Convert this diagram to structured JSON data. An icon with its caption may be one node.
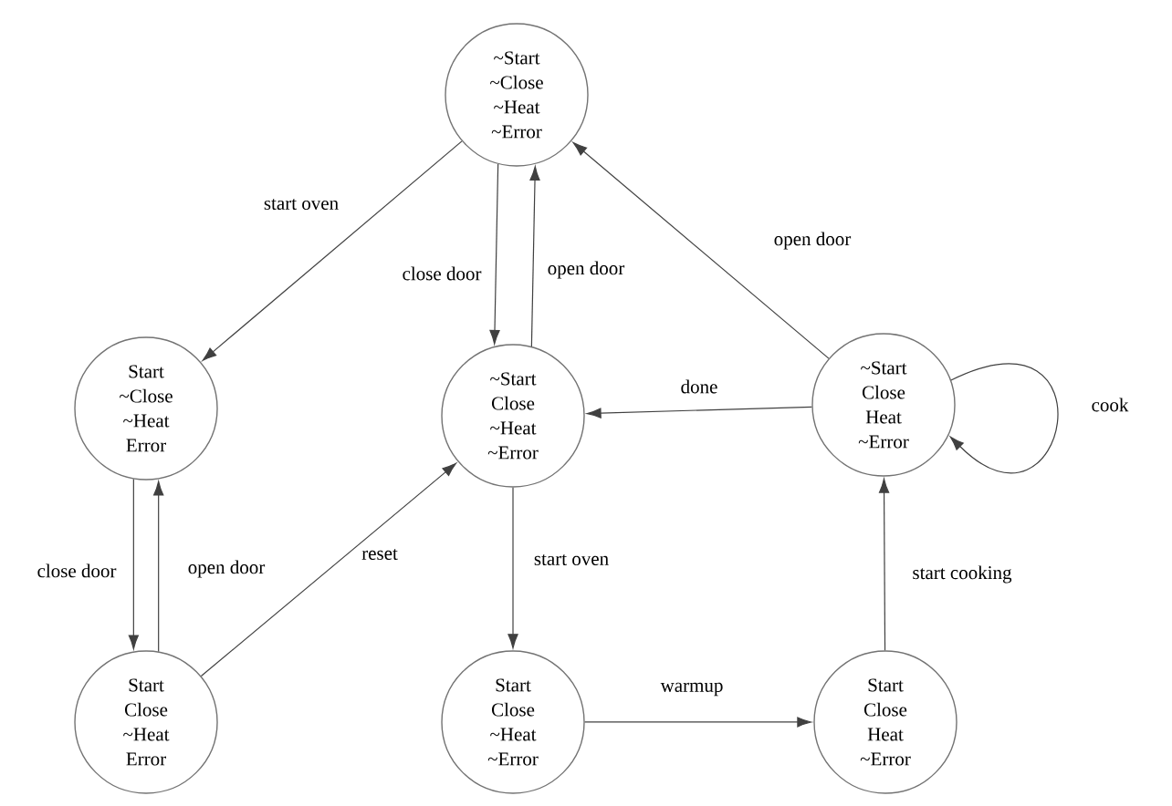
{
  "diagram": {
    "nodes": [
      {
        "text": [
          "~Start",
          "~Close",
          "~Heat",
          "~Error"
        ]
      },
      {
        "text": [
          "Start",
          "~Close",
          "~Heat",
          "Error"
        ]
      },
      {
        "text": [
          "~Start",
          "Close",
          "~Heat",
          "~Error"
        ]
      },
      {
        "text": [
          "~Start",
          "Close",
          "Heat",
          "~Error"
        ]
      },
      {
        "text": [
          "Start",
          "Close",
          "~Heat",
          "Error"
        ]
      },
      {
        "text": [
          "Start",
          "Close",
          "~Heat",
          "~Error"
        ]
      },
      {
        "text": [
          "Start",
          "Close",
          "Heat",
          "~Error"
        ]
      }
    ],
    "edges": [
      {
        "from": 0,
        "to": 1,
        "arrow": "to",
        "label": "start oven"
      },
      {
        "from": 0,
        "to": 2,
        "arrow": "to",
        "label": "close door"
      },
      {
        "from": 2,
        "to": 0,
        "arrow": "to",
        "label": "open door"
      },
      {
        "from": 3,
        "to": 0,
        "arrow": "to",
        "label": "open door"
      },
      {
        "from": 3,
        "to": 2,
        "arrow": "to",
        "label": "done"
      },
      {
        "from": 3,
        "to": 3,
        "arrow": "to",
        "label": "cook"
      },
      {
        "from": 1,
        "to": 4,
        "arrow": "to",
        "label": "close door"
      },
      {
        "from": 4,
        "to": 1,
        "arrow": "to",
        "label": "open door"
      },
      {
        "from": 4,
        "to": 2,
        "arrow": "to",
        "label": "reset"
      },
      {
        "from": 2,
        "to": 5,
        "arrow": "to",
        "label": "start oven"
      },
      {
        "from": 5,
        "to": 6,
        "arrow": "to",
        "label": "warmup"
      },
      {
        "from": 6,
        "to": 3,
        "arrow": "to",
        "label": "start cooking"
      }
    ]
  }
}
